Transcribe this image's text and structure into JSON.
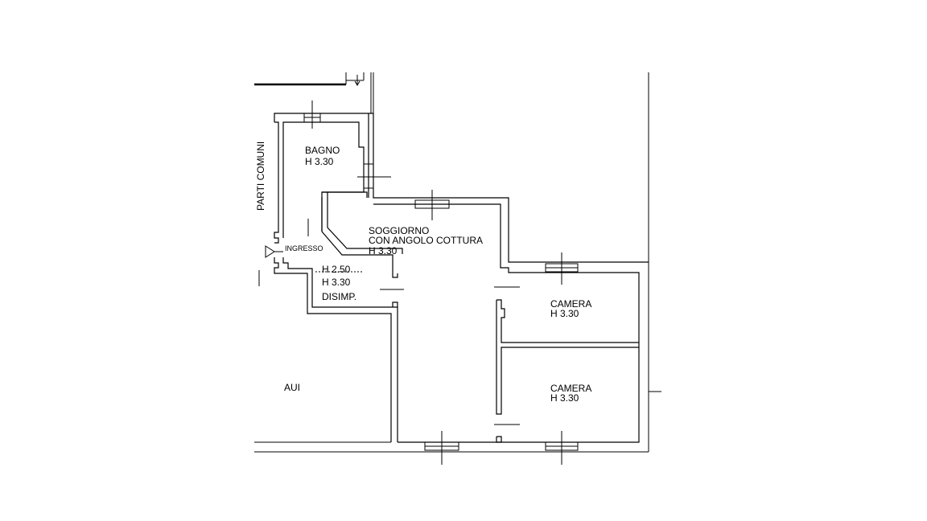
{
  "rooms": {
    "bagno": {
      "name": "BAGNO",
      "height": "H 3.30"
    },
    "soggiorno": {
      "name_line1": "SOGGIORNO",
      "name_line2": "CON ANGOLO COTTURA",
      "height": "H 3.30"
    },
    "disimpegno": {
      "height_low": "H 2.50",
      "height": "H 3.30",
      "name": "DISIMP."
    },
    "camera_1": {
      "name": "CAMERA",
      "height": "H 3.30"
    },
    "camera_2": {
      "name": "CAMERA",
      "height": "H 3.30"
    }
  },
  "labels": {
    "parti_comuni": "PARTI COMUNI",
    "ingresso": "INGRESSO",
    "aui": "AUI"
  },
  "colors": {
    "line": "#000000",
    "background": "#ffffff"
  }
}
